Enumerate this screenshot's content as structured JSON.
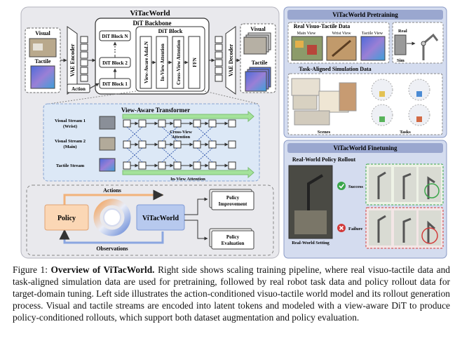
{
  "left": {
    "title": "ViTacWorld",
    "visual_in": "Visual",
    "tactile_in": "Tactile",
    "vae_encoder": "VAE Encoder",
    "vae_decoder": "VAE Decoder",
    "dit_backbone": "DiT Backbone",
    "dit_block": "DiT Block",
    "dit_block_n": "DiT Block N",
    "dit_block_2": "DiT Block 2",
    "dit_block_1": "DiT Block 1",
    "ellipsis": "⋮",
    "view_aware_adaln": "View-Aware AdaLN",
    "in_view_attention": "In-View Attention",
    "cross_view_attention": "Cross-View Attention",
    "ffn": "FFN",
    "action": "Action",
    "visual_out": "Visual",
    "tactile_out": "Tactile"
  },
  "transformer": {
    "title": "View-Aware Transformer",
    "stream1": "Visual Stream 1",
    "stream1_sub": "(Wrist)",
    "stream2": "Visual Stream 2",
    "stream2_sub": "(Main)",
    "stream3": "Tactile Stream",
    "cross_view_1": "Cross-View",
    "cross_view_2": "Attention",
    "in_view": "In-View Attention"
  },
  "loop": {
    "policy": "Policy",
    "world": "ViTacWorld",
    "actions": "Actions",
    "observations": "Observations",
    "improvement_1": "Policy",
    "improvement_2": "Improvement",
    "evaluation_1": "Policy",
    "evaluation_2": "Evaluation"
  },
  "pretraining": {
    "title": "ViTacWorld Pretraining",
    "real_data": "Real Visuo-Tactile Data",
    "main_view": "Main View",
    "wrist_view": "Wrist View",
    "tactile_view": "Tactile View",
    "real": "Real",
    "sim": "Sim",
    "sim_data": "Task-Aligned Simulation Data",
    "scenes": "Scenes",
    "tasks": "Tasks"
  },
  "finetuning": {
    "title": "ViTacWorld Finetuning",
    "rollout": "Real-World Policy Rollout",
    "success": "Success",
    "failure": "Failure",
    "setting": "Real-World Setting"
  },
  "caption": {
    "label": "Figure 1:",
    "bold": "Overview of ViTacWorld.",
    "body": "Right side shows scaling training pipeline, where real visuo-tactile data and task-aligned simulation data are used for pretraining, followed by real robot task data and policy rollout data for target-domain tuning. Left side illustrates the action-conditioned visuo-tactile world model and its rollout generation process. Visual and tactile streams are encoded into latent tokens and modeled with a view-aware DiT to produce policy-conditioned rollouts, which support both dataset augmentation and policy evaluation."
  },
  "colors": {
    "left_panel": "#e9e9ed",
    "pretrain_panel": "#d4dcef",
    "finetune_panel": "#d4dcef",
    "title_bar": "#9aa7cf",
    "transformer_panel": "#dce8f6",
    "arrow_green": "#a4e29b",
    "policy_orange": "#fbd7b5",
    "world_blue": "#b7c9ee",
    "success_green": "#3aa64a",
    "failure_red": "#d23a3a"
  }
}
